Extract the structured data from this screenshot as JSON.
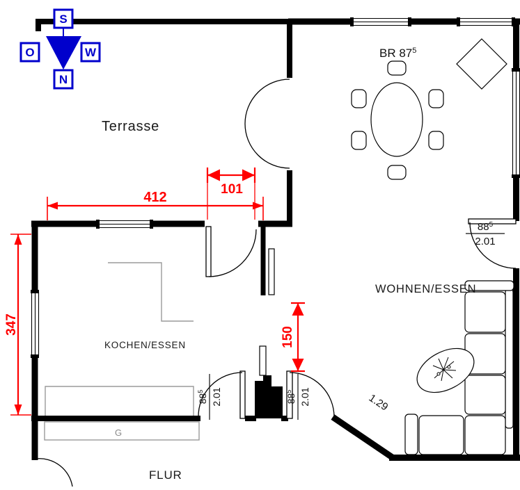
{
  "compass": {
    "south": "S",
    "east": "O",
    "west": "W",
    "north": "N"
  },
  "rooms": {
    "terrace": "Terrasse",
    "kitchen": "KOCHEN/ESSEN",
    "living": "WOHNEN/ESSEN",
    "hall": "FLUR",
    "wardrobe": "G"
  },
  "dimensions": {
    "terrace_width": "412",
    "terrace_door_width": "101",
    "side_depth": "347",
    "passage_width": "150",
    "diagonal_length": "1.29"
  },
  "annotations": {
    "sill": {
      "label": "BR 87",
      "sup": "5"
    },
    "door_sizes": [
      {
        "num": "88",
        "sup": "5",
        "den": "2.01"
      },
      {
        "num": "88",
        "sup": "5",
        "den": "2.01"
      },
      {
        "num": "88",
        "sup": "5",
        "den": "2.01"
      }
    ]
  },
  "colors": {
    "dimension_red": "#ff0000",
    "compass_blue": "#0000cc",
    "wall_black": "#000000",
    "counter_gray": "#9a9a9a"
  }
}
